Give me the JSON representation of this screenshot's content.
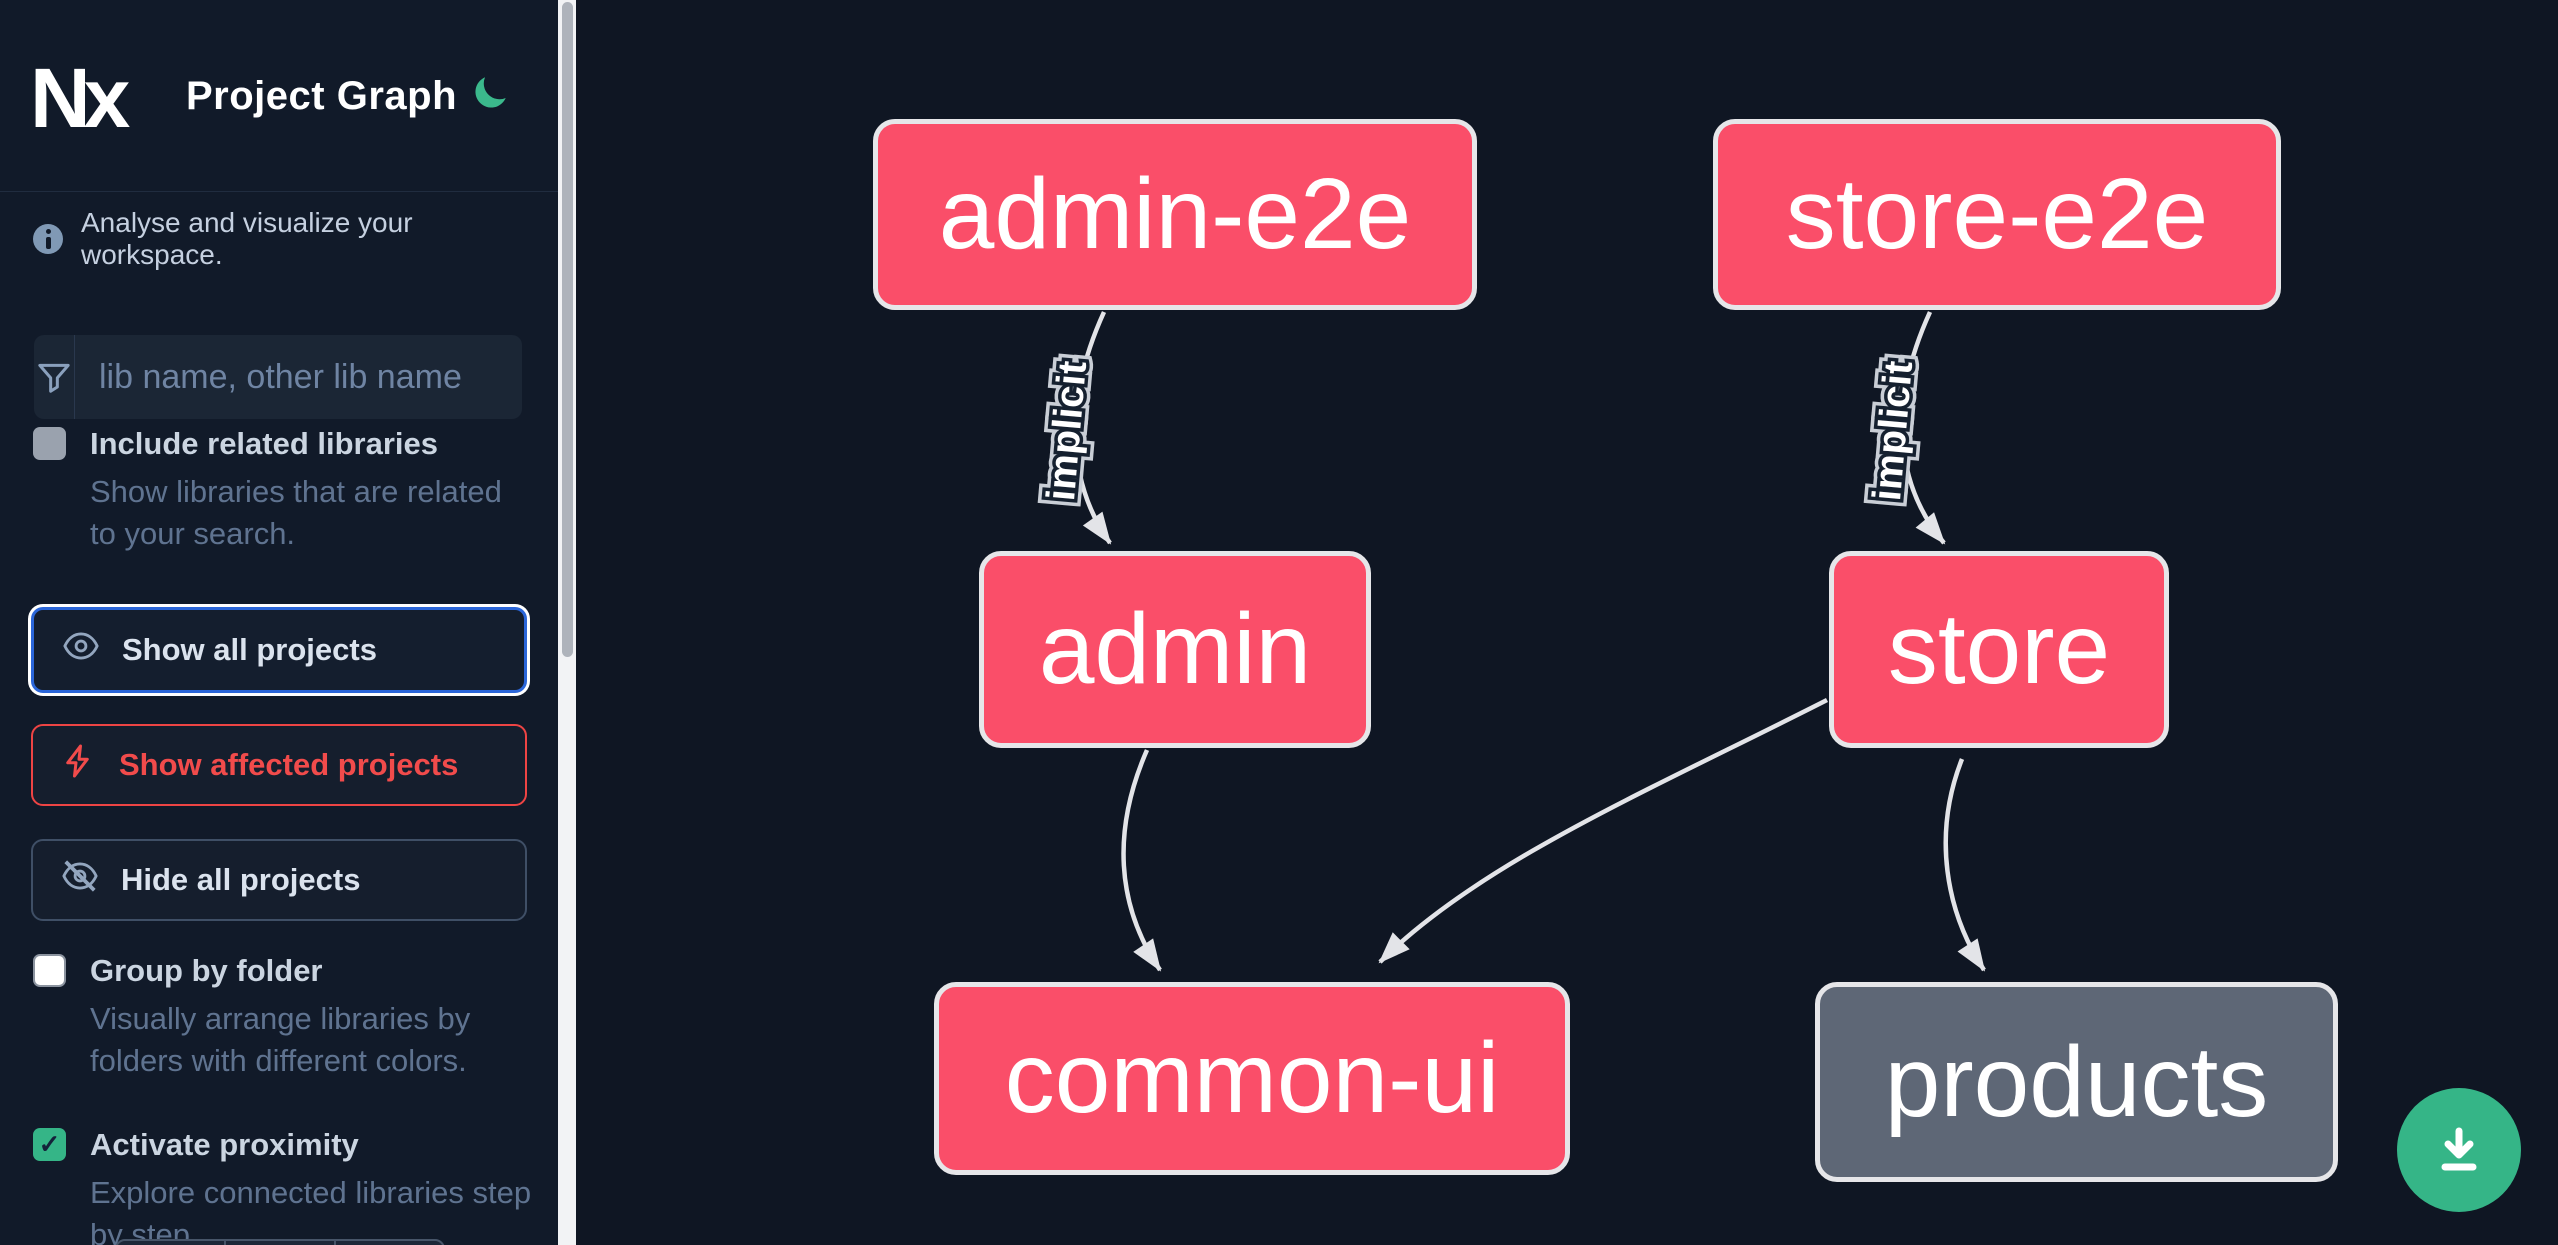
{
  "app": {
    "logo_text": "Nx",
    "title": "Project Graph",
    "theme_toggle_icon": "moon-icon",
    "theme_color": "#35b587"
  },
  "sidebar": {
    "tagline": "Analyse and visualize your workspace.",
    "search": {
      "placeholder": "lib name, other lib name",
      "value": ""
    },
    "check_glyph": "✓",
    "toggles": [
      {
        "label": "Include related libraries",
        "description": "Show libraries that are related to your search.",
        "checked": false,
        "enabled": false
      },
      {
        "label": "Group by folder",
        "description": "Visually arrange libraries by folders with different colors.",
        "checked": false,
        "enabled": true
      },
      {
        "label": "Activate proximity",
        "description": "Explore connected libraries step by step.",
        "checked": true,
        "enabled": true
      }
    ],
    "buttons": [
      {
        "label": "Show all projects",
        "icon": "eye-icon",
        "state": "focused",
        "accent": "#2b66d9"
      },
      {
        "label": "Show affected projects",
        "icon": "lightning-icon",
        "state": "normal",
        "accent": "#ee4444"
      },
      {
        "label": "Hide all projects",
        "icon": "eye-off-icon",
        "state": "normal",
        "accent": "#3f4f66"
      }
    ]
  },
  "graph": {
    "nodes": [
      {
        "id": "admin-e2e",
        "label": "admin-e2e",
        "color": "#fa4e69",
        "type": "e2e-app"
      },
      {
        "id": "store-e2e",
        "label": "store-e2e",
        "color": "#fa4e69",
        "type": "e2e-app"
      },
      {
        "id": "admin",
        "label": "admin",
        "color": "#fa4e69",
        "type": "app"
      },
      {
        "id": "store",
        "label": "store",
        "color": "#fa4e69",
        "type": "app"
      },
      {
        "id": "common-ui",
        "label": "common-ui",
        "color": "#fa4e69",
        "type": "lib"
      },
      {
        "id": "products",
        "label": "products",
        "color": "#5e6776",
        "type": "lib"
      }
    ],
    "edges": [
      {
        "from": "admin-e2e",
        "to": "admin",
        "label": "implicit"
      },
      {
        "from": "store-e2e",
        "to": "store",
        "label": "implicit"
      },
      {
        "from": "admin",
        "to": "common-ui",
        "label": ""
      },
      {
        "from": "store",
        "to": "common-ui",
        "label": ""
      },
      {
        "from": "store",
        "to": "products",
        "label": ""
      }
    ],
    "edge_color": "#e3e4e8"
  },
  "fab": {
    "icon": "download-icon",
    "color": "#35b587"
  }
}
